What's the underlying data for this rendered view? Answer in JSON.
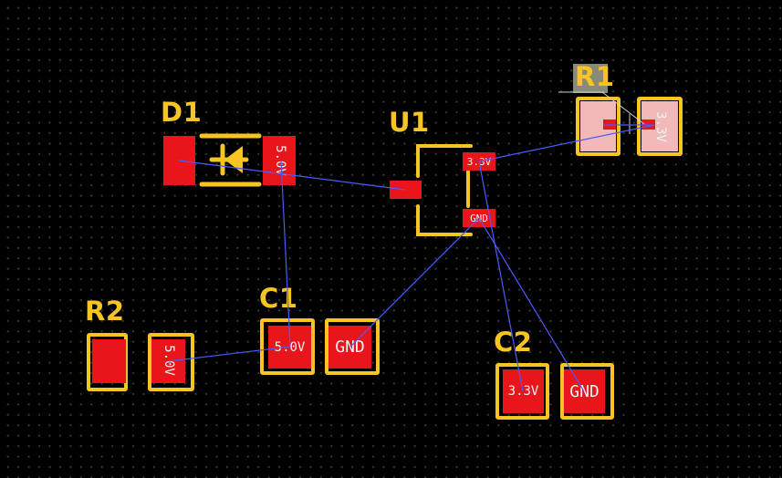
{
  "components": {
    "D1": {
      "designator": "D1",
      "net_label": "5.0V"
    },
    "U1": {
      "designator": "U1",
      "pin_label_top": "3.3V",
      "pin_label_bottom": "GND"
    },
    "R1": {
      "designator": "R1",
      "net_label": "3.3V"
    },
    "R2": {
      "designator": "R2",
      "net_label": "5.0V"
    },
    "C1": {
      "designator": "C1",
      "pad1_label": "5.0V",
      "pad2_label": "GND"
    },
    "C2": {
      "designator": "C2",
      "pad1_label": "3.3V",
      "pad2_label": "GND"
    }
  },
  "colors": {
    "background": "#000000",
    "silkscreen": "#f6c521",
    "copper_pad": "#e8151b",
    "selected_pad": "#f2b9b9",
    "ratsnest": "#4a5cff",
    "grid_dot": "#3a3a3a"
  }
}
